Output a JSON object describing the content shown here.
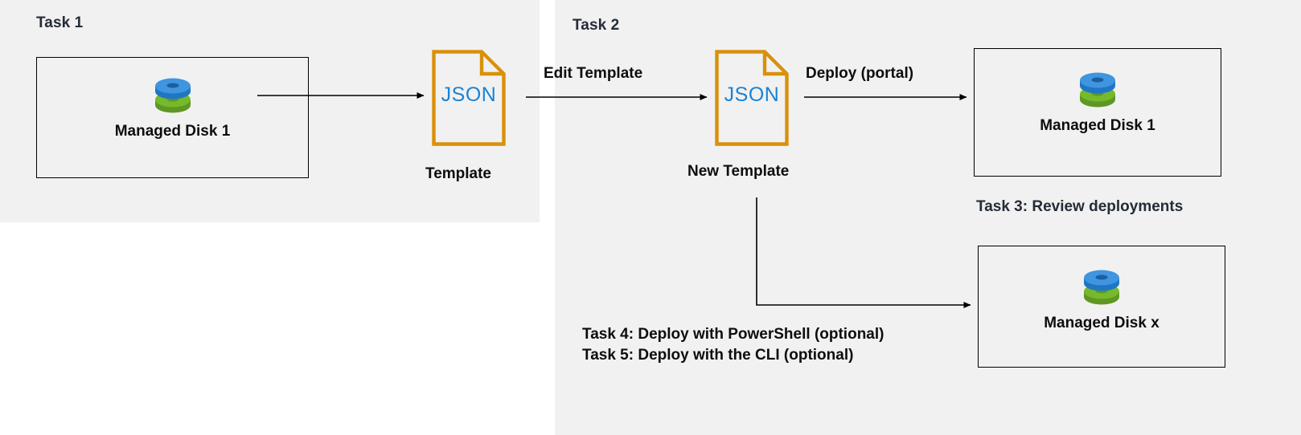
{
  "diagram": {
    "panels": {
      "task1_heading": "Task 1",
      "task2_heading": "Task 2"
    },
    "colors": {
      "panel_background": "#f1f1f1",
      "page_background": "#ffffff",
      "heading_text": "#252c38",
      "body_text": "#0d0d0d",
      "json_document_border": "#d9900a",
      "json_label_text": "#1b83d4",
      "disk_top": "#3f95e0",
      "disk_bottom": "#76b92b",
      "connector": "#000000",
      "box_border": "#000000"
    },
    "boxes": [
      {
        "id": "managed-disk-1-source",
        "label": "Managed Disk 1",
        "icon": "managed-disk-icon"
      },
      {
        "id": "managed-disk-1-deployed",
        "label": "Managed Disk 1",
        "icon": "managed-disk-icon"
      },
      {
        "id": "managed-disk-x-deployed",
        "label": "Managed Disk x",
        "icon": "managed-disk-icon"
      }
    ],
    "documents": [
      {
        "id": "template-document",
        "icon": "json-document-icon",
        "body_text": "JSON",
        "caption": "Template"
      },
      {
        "id": "new-template-document",
        "icon": "json-document-icon",
        "body_text": "JSON",
        "caption": "New Template"
      }
    ],
    "edge_labels": {
      "edit_template": "Edit Template",
      "deploy_portal": "Deploy (portal)"
    },
    "task3_label": "Task 3: Review deployments",
    "optional_tasks": [
      "Task 4: Deploy with PowerShell (optional)",
      "Task 5: Deploy with the CLI (optional)"
    ]
  }
}
